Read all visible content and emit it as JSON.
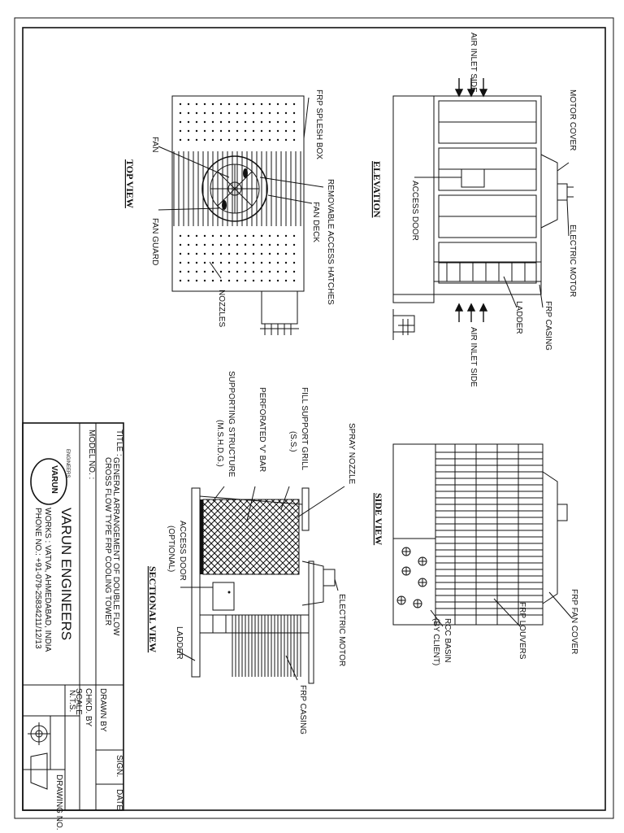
{
  "elevation": {
    "title": "ELEVATION",
    "labels": {
      "air_inlet_top": "AIR INLET SIDE",
      "motor_cover": "MOTOR COVER",
      "access_door": "ACCESS DOOR",
      "electric_motor": "ELECTRIC MOTOR",
      "ladder": "LADDER",
      "frp_casing": "FRP CASING",
      "air_inlet_bottom": "AIR INLET SIDE"
    }
  },
  "top_view": {
    "title": "TOP VIEW",
    "labels": {
      "frp_splash_box": "FRP SPLESH BOX",
      "fan": "FAN",
      "removable_hatches": "REMOVABLE ACCESS HATCHES",
      "fan_deck": "FAN DECK",
      "fan_guard": "FAN GUARD",
      "nozzles": "NOZZLES"
    }
  },
  "side_view": {
    "title": "SIDE VIEW",
    "labels": {
      "frp_fan_cover": "FRP FAN COVER",
      "frp_louvers": "FRP LOUVERS",
      "rcc_basin": "RCC BASIN",
      "by_client": "(BY CLIENT)"
    }
  },
  "sectional_view": {
    "title": "SECTIONAL VIEW",
    "labels": {
      "spray_nozzle": "SPRAY NOZZLE",
      "fill_support_grill": "FILL SUPPORT GRILL",
      "fill_support_ss": "(S.S.)",
      "perforated_v_bar": "PERFORATED 'V' BAR",
      "supporting_structure": "SUPPORTING STRUCTURE",
      "supporting_msdg": "(M.S.H.D.G.)",
      "access_door": "ACCESS DOOR",
      "access_door_optional": "(OPTIONAL)",
      "electric_motor": "ELECTRIC MOTOR",
      "ladder": "LADDER",
      "frp_casing": "FRP CASING"
    }
  },
  "title_block": {
    "title_label": "TITLE :",
    "title_line1": "GENERAL ARRANGEMENT OF DOUBLE FLOW",
    "title_line2": "CROSS FLOW TYPE FRP COOLING TOWER",
    "model_no": "MODEL NO. :",
    "sign": "SIGN.",
    "date": "DATE",
    "drawn_by": "DRAWN BY",
    "chkd_by": "CHKD. BY",
    "scale": "SCALE",
    "scale_value": "N.T.S.",
    "drawing_no": "DRAWING NO.",
    "company": "VARUN ENGINEERS",
    "works": "WORKS : VATVA, AHMEDABAD, INDIA",
    "phone": "PHONE NO.: +91-079-25834211/12/13",
    "logo_text": "VARUN",
    "logo_sub": "ENGINEERS"
  }
}
